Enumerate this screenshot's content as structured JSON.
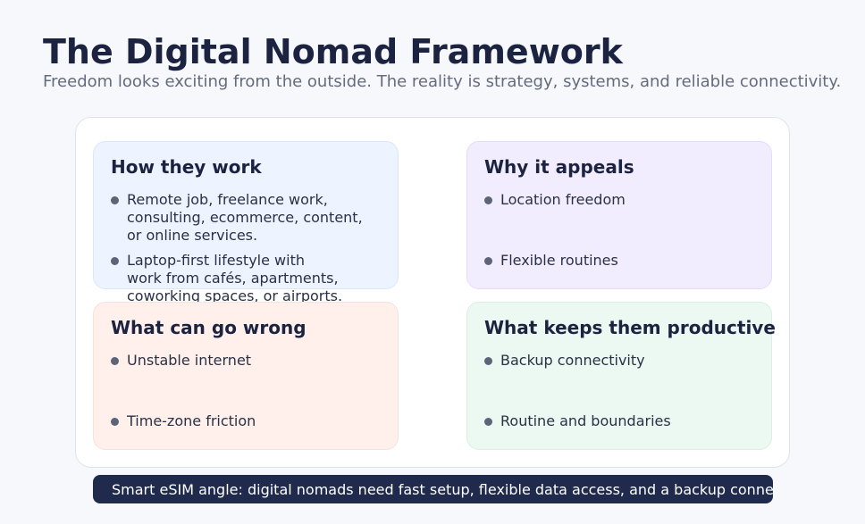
{
  "header": {
    "title": "The Digital Nomad Framework",
    "subtitle": "Freedom looks exciting from the outside. The reality is strategy, systems, and reliable connectivity."
  },
  "cards": [
    {
      "title": "How they work",
      "items": [
        "Remote job, freelance work,\nconsulting, ecommerce, content,\nor online services.",
        "Laptop-first lifestyle with\nwork from cafés, apartments,\ncoworking spaces, or airports."
      ]
    },
    {
      "title": "Why it appeals",
      "items": [
        "Location freedom",
        "Flexible routines"
      ]
    },
    {
      "title": "What can go wrong",
      "items": [
        "Unstable internet",
        "Time-zone friction"
      ]
    },
    {
      "title": "What keeps them productive",
      "items": [
        "Backup connectivity",
        "Routine and boundaries"
      ]
    }
  ],
  "banner": {
    "text": "Smart eSIM angle: digital nomads need fast setup, flexible data access, and a backup connection when they travel."
  },
  "colors": {
    "title": "#1c2340",
    "banner_bg": "#1f2a4d",
    "card_blue": "#edf3ff",
    "card_purple": "#f2edfe",
    "card_red": "#fff0ec",
    "card_green": "#ecf8f2"
  }
}
